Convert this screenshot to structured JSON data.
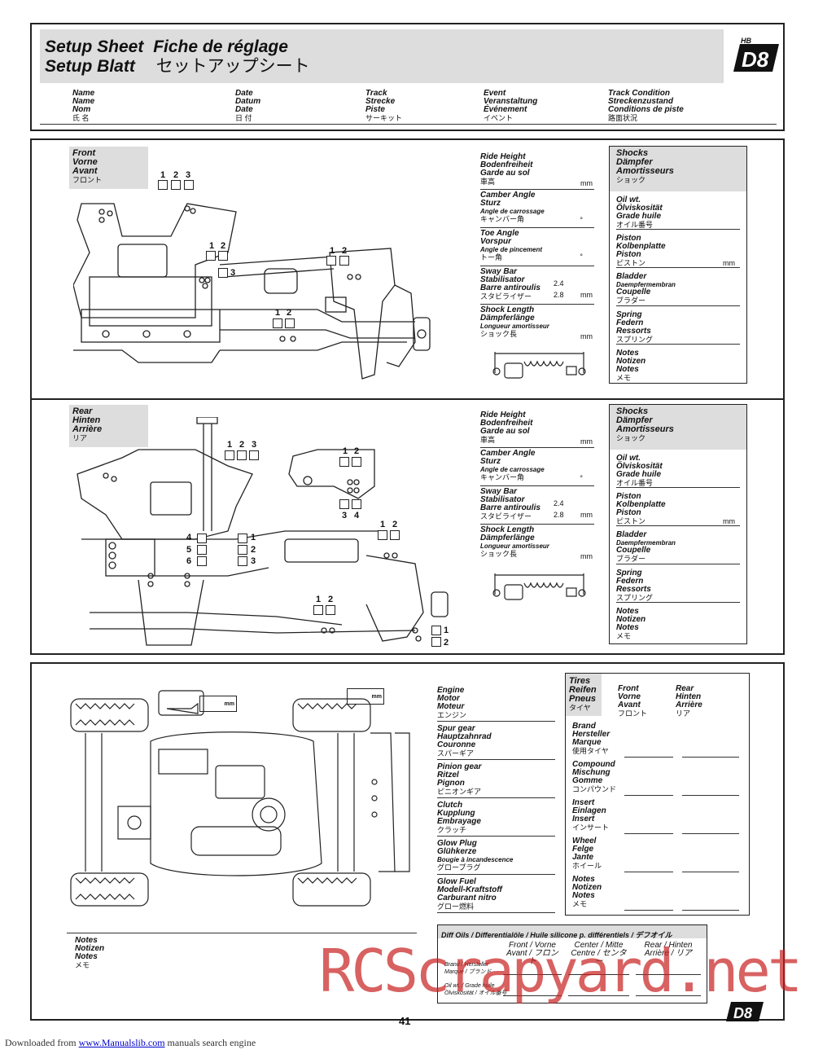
{
  "header": {
    "title1_en": "Setup Sheet",
    "title1_fr": "Fiche de réglage",
    "title2_de": "Setup Blatt",
    "title2_jp": "セットアップシート",
    "logo_text": "D8",
    "logo_small": "HB",
    "fields": [
      {
        "l1": "Name",
        "l2": "Name",
        "l3": "Nom",
        "l4": "氏 名"
      },
      {
        "l1": "Date",
        "l2": "Datum",
        "l3": "Date",
        "l4": "日 付"
      },
      {
        "l1": "Track",
        "l2": "Strecke",
        "l3": "Piste",
        "l4": "サーキット"
      },
      {
        "l1": "Event",
        "l2": "Veranstaltung",
        "l3": "Événement",
        "l4": "イベント"
      },
      {
        "l1": "Track Condition",
        "l2": "Streckenzustand",
        "l3": "Conditions de piste",
        "l4": "路面状況"
      }
    ]
  },
  "front": {
    "label": [
      "Front",
      "Vorne",
      "Avant",
      "フロント"
    ],
    "nums_top": [
      "1",
      "2",
      "3"
    ],
    "nums_mid": [
      "1",
      "2"
    ],
    "num3": "3",
    "nums_right": [
      "1",
      "2"
    ],
    "nums_low": [
      "1",
      "2"
    ]
  },
  "rear": {
    "label": [
      "Rear",
      "Hinten",
      "Arrière",
      "リア"
    ],
    "nums_top": [
      "1",
      "2",
      "3"
    ],
    "nums_wing": [
      "1",
      "2"
    ],
    "nums_wing_b": [
      "3",
      "4"
    ],
    "nums_left": [
      "4",
      "5",
      "6"
    ],
    "nums_mid": [
      "1",
      "2",
      "3"
    ],
    "nums_right": [
      "1",
      "2"
    ],
    "nums_low": [
      "1",
      "2"
    ],
    "nums_side": [
      "1",
      "2"
    ]
  },
  "setup_params": [
    {
      "l1": "Ride Height",
      "l2": "Bodenfreiheit",
      "l3": "Garde au sol",
      "l4": "車高",
      "unit": "mm"
    },
    {
      "l1": "Camber Angle",
      "l2": "Sturz",
      "l3": "Angle de carrossage",
      "l4": "キャンバー角",
      "unit": "°"
    },
    {
      "l1": "Toe Angle",
      "l2": "Vorspur",
      "l3": "Angle de pincement",
      "l4": "トー角",
      "unit": "°"
    },
    {
      "l1": "Sway Bar",
      "l2": "Stabilisator",
      "l3": "Barre antiroulis",
      "l4": "スタビライザー",
      "unit": "mm",
      "v1": "2.4",
      "v2": "2.8"
    },
    {
      "l1": "Shock Length",
      "l2": "Dämpferlänge",
      "l3": "Longueur amortisseur",
      "l4": "ショック長",
      "unit": "mm"
    }
  ],
  "rear_params": [
    {
      "l1": "Ride Height",
      "l2": "Bodenfreiheit",
      "l3": "Garde au sol",
      "l4": "車高",
      "unit": "mm"
    },
    {
      "l1": "Camber Angle",
      "l2": "Sturz",
      "l3": "Angle de carrossage",
      "l4": "キャンバー角",
      "unit": "°"
    },
    {
      "l1": "Sway Bar",
      "l2": "Stabilisator",
      "l3": "Barre antiroulis",
      "l4": "スタビライザー",
      "unit": "mm",
      "v1": "2.4",
      "v2": "2.8"
    },
    {
      "l1": "Shock Length",
      "l2": "Dämpferlänge",
      "l3": "Longueur amortisseur",
      "l4": "ショック長",
      "unit": "mm"
    }
  ],
  "shocks": {
    "title": [
      "Shocks",
      "Dämpfer",
      "Amortisseurs",
      "ショック"
    ],
    "items": [
      {
        "l1": "Oil wt.",
        "l2": "Ölviskosität",
        "l3": "Grade huile",
        "l4": "オイル番号",
        "unit": ""
      },
      {
        "l1": "Piston",
        "l2": "Kolbenplatte",
        "l3": "Piston",
        "l4": "ピストン",
        "unit": "mm"
      },
      {
        "l1": "Bladder",
        "l2": "Daempfermembran",
        "l3": "Coupelle",
        "l4": "ブラダー",
        "unit": ""
      },
      {
        "l1": "Spring",
        "l2": "Federn",
        "l3": "Ressorts",
        "l4": "スプリング",
        "unit": ""
      },
      {
        "l1": "Notes",
        "l2": "Notizen",
        "l3": "Notes",
        "l4": "メモ",
        "unit": ""
      }
    ]
  },
  "drivetrain": [
    {
      "l1": "Engine",
      "l2": "Motor",
      "l3": "Moteur",
      "l4": "エンジン"
    },
    {
      "l1": "Spur gear",
      "l2": "Hauptzahnrad",
      "l3": "Couronne",
      "l4": "スパーギア"
    },
    {
      "l1": "Pinion gear",
      "l2": "Ritzel",
      "l3": "Pignon",
      "l4": "ピニオンギア"
    },
    {
      "l1": "Clutch",
      "l2": "Kupplung",
      "l3": "Embrayage",
      "l4": "クラッチ"
    },
    {
      "l1": "Glow Plug",
      "l2": "Glühkerze",
      "l3": "Bougie à incandescence",
      "l4": "グロープラグ"
    },
    {
      "l1": "Glow Fuel",
      "l2": "Modell-Kraftstoff",
      "l3": "Carburant nitro",
      "l4": "グロー燃料"
    }
  ],
  "mm_labels": [
    "mm",
    "mm"
  ],
  "tires": {
    "title": [
      "Tires",
      "Reifen",
      "Pneus",
      "タイヤ"
    ],
    "front": [
      "Front",
      "Vorne",
      "Avant",
      "フロント"
    ],
    "rear": [
      "Rear",
      "Hinten",
      "Arrière",
      "リア"
    ],
    "rows": [
      {
        "l1": "Brand",
        "l2": "Hersteller",
        "l3": "Marque",
        "l4": "使用タイヤ"
      },
      {
        "l1": "Compound",
        "l2": "Mischung",
        "l3": "Gomme",
        "l4": "コンパウンド"
      },
      {
        "l1": "Insert",
        "l2": "Einlagen",
        "l3": "Insert",
        "l4": "インサート"
      },
      {
        "l1": "Wheel",
        "l2": "Felge",
        "l3": "Jante",
        "l4": "ホイール"
      },
      {
        "l1": "Notes",
        "l2": "Notizen",
        "l3": "Notes",
        "l4": "メモ"
      }
    ]
  },
  "notes": [
    "Notes",
    "Notizen",
    "Notes",
    "メモ"
  ],
  "diff": {
    "title": "Diff Oils / Differentialöle / Huile silicone p. différentiels / デフオイル",
    "cols": [
      {
        "l1": "Front / Vorne",
        "l2": "Avant / フロント"
      },
      {
        "l1": "Center / Mitte",
        "l2": "Centre / センター"
      },
      {
        "l1": "Rear / Hinten",
        "l2": "Arrière / リア"
      }
    ],
    "rows": [
      {
        "l1": "Brand / Hersteller",
        "l2": "Marque / ブランド"
      },
      {
        "l1": "Oil wt. / Grade huile",
        "l2": "Ölviskosität / オイル番号"
      }
    ]
  },
  "page_number": "41",
  "watermark": "RCScrapyard.net",
  "footer": {
    "prefix": "Downloaded from ",
    "link": "www.Manualslib.com",
    "suffix": " manuals search engine"
  }
}
